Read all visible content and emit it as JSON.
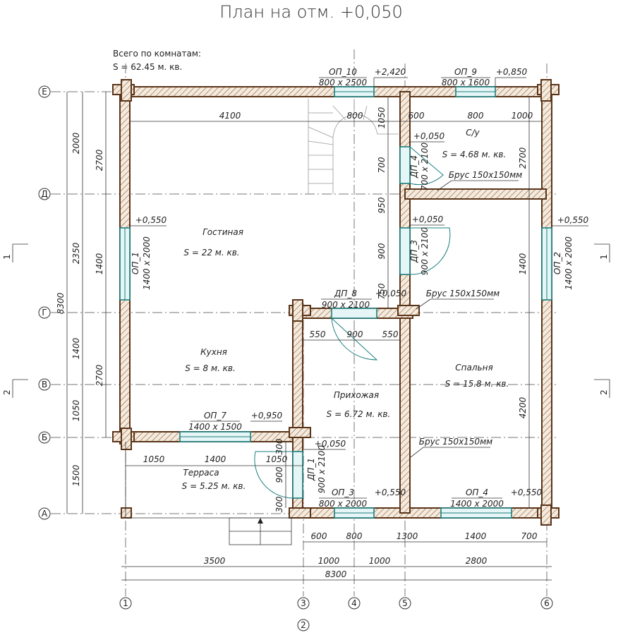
{
  "title": "План на отм. +0,050",
  "summary": {
    "line1": "Всего по комнатам:",
    "line2": "S  =  62.45 м. кв."
  },
  "axes_h": [
    "Е",
    "Д",
    "Г",
    "В",
    "Б",
    "А"
  ],
  "axes_v": [
    "1",
    "3",
    "4",
    "5",
    "6",
    "2"
  ],
  "sections": [
    "1",
    "1",
    "2",
    "2"
  ],
  "rooms": [
    {
      "name": "Гостиная",
      "area": "S  = 22 м. кв."
    },
    {
      "name": "Кухня",
      "area": "S  = 8 м. кв."
    },
    {
      "name": "С/у",
      "area": "S  = 4.68 м. кв."
    },
    {
      "name": "Спальня",
      "area": "S  = 15.8 м. кв."
    },
    {
      "name": "Прихожая",
      "area": "S  = 6.72 м. кв."
    },
    {
      "name": "Терраса",
      "area": "S  = 5.25 м. кв."
    }
  ],
  "openings": [
    {
      "tag": "ОП_10",
      "size": "800 х 2500",
      "level": "+2,420"
    },
    {
      "tag": "ОП_9",
      "size": "800 х 1600",
      "level": "+0,850"
    },
    {
      "tag": "ОП_1",
      "size": "1400 х 2000",
      "level": "+0,550"
    },
    {
      "tag": "ОП_2",
      "size": "1400 х 2000",
      "level": "+0,550"
    },
    {
      "tag": "ДП_4",
      "size": "700 х 2100",
      "level": "+0,050"
    },
    {
      "tag": "ДП_3",
      "size": "900 х 2100",
      "level": "+0,050"
    },
    {
      "tag": "ДП_8",
      "size": "900 х 2100",
      "level": "+0,050"
    },
    {
      "tag": "ОП_7",
      "size": "1400 х 1500",
      "level": "+0,950"
    },
    {
      "tag": "ДП_1",
      "size": "900 х 2100",
      "level": "+0,050"
    },
    {
      "tag": "ОП_3",
      "size": "800 х 2000",
      "level": "+0,550"
    },
    {
      "tag": "ОП_4",
      "size": "1400 х 2000",
      "level": "+0,550"
    }
  ],
  "beams": [
    "Брус 150х150мм",
    "Брус 150х150мм",
    "Брус 150х150мм"
  ],
  "dims_top": [
    "4100",
    "800",
    "600",
    "800",
    "1000"
  ],
  "dims_bottom1": [
    "600",
    "800",
    "1300",
    "1400",
    "700"
  ],
  "dims_bottom2": [
    "3500",
    "1000",
    "1000",
    "2800"
  ],
  "dim_total": "8300",
  "dims_left_outer": [
    "2000",
    "2350",
    "1400",
    "1050",
    "1500"
  ],
  "dims_left_inner": [
    "2700",
    "1400",
    "2700"
  ],
  "dim_left_total": "8300",
  "dims_right": [
    "2700",
    "1400",
    "4200"
  ],
  "dims_inner": [
    "1050",
    "700",
    "950",
    "900",
    "750",
    "550",
    "900",
    "550",
    "1050",
    "1400",
    "1050",
    "900",
    "300",
    "300"
  ]
}
